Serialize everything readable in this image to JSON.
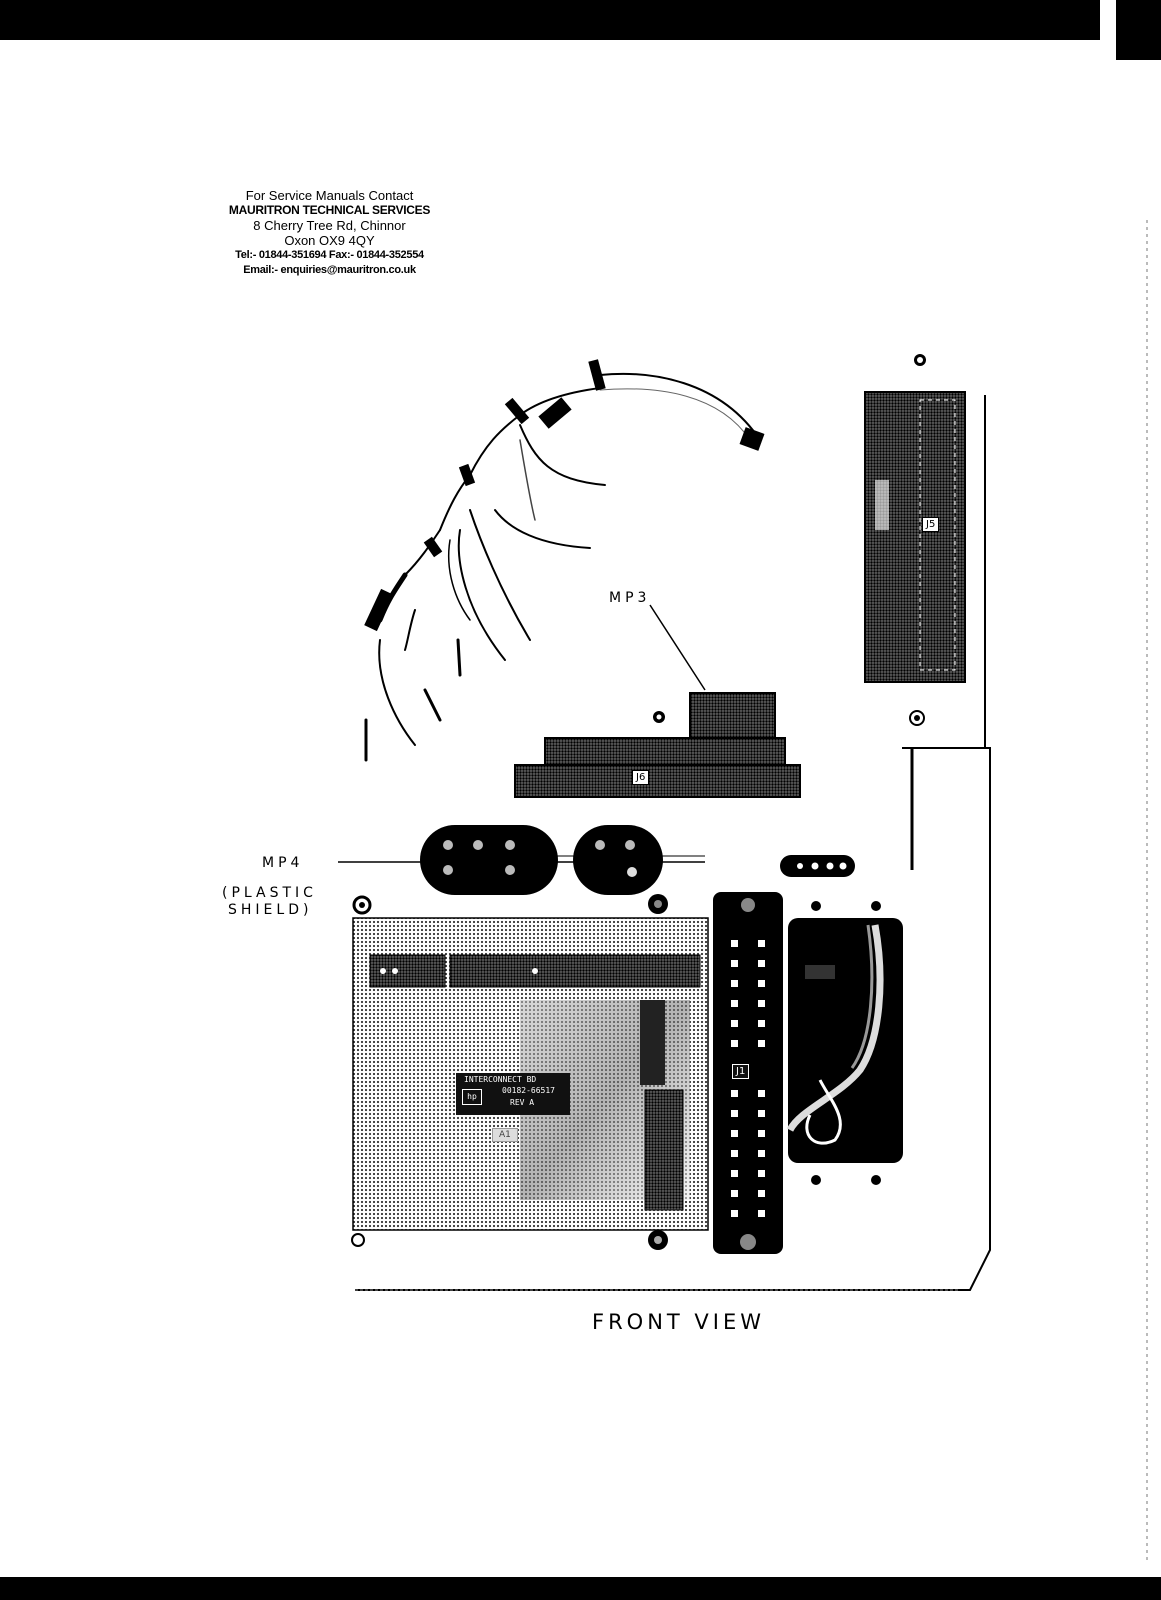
{
  "contact": {
    "line1": "For Service Manuals Contact",
    "line2": "MAURITRON TECHNICAL SERVICES",
    "line3": "8 Cherry Tree Rd, Chinnor",
    "line4": "Oxon OX9 4QY",
    "line5": "Tel:- 01844-351694 Fax:- 01844-352554",
    "line6": "Email:- enquiries@mauritron.co.uk"
  },
  "labels": {
    "mp3": "MP3",
    "mp4": "MP4",
    "plastic_shield_line1": "(PLASTIC",
    "plastic_shield_line2": "SHIELD)",
    "j5": "J5",
    "j6": "J6",
    "j1": "J1"
  },
  "board": {
    "name": "INTERCONNECT BD",
    "part": "00182-66517",
    "rev": "REV A",
    "ref": "A1",
    "logo": "hp"
  },
  "caption": "FRONT VIEW"
}
